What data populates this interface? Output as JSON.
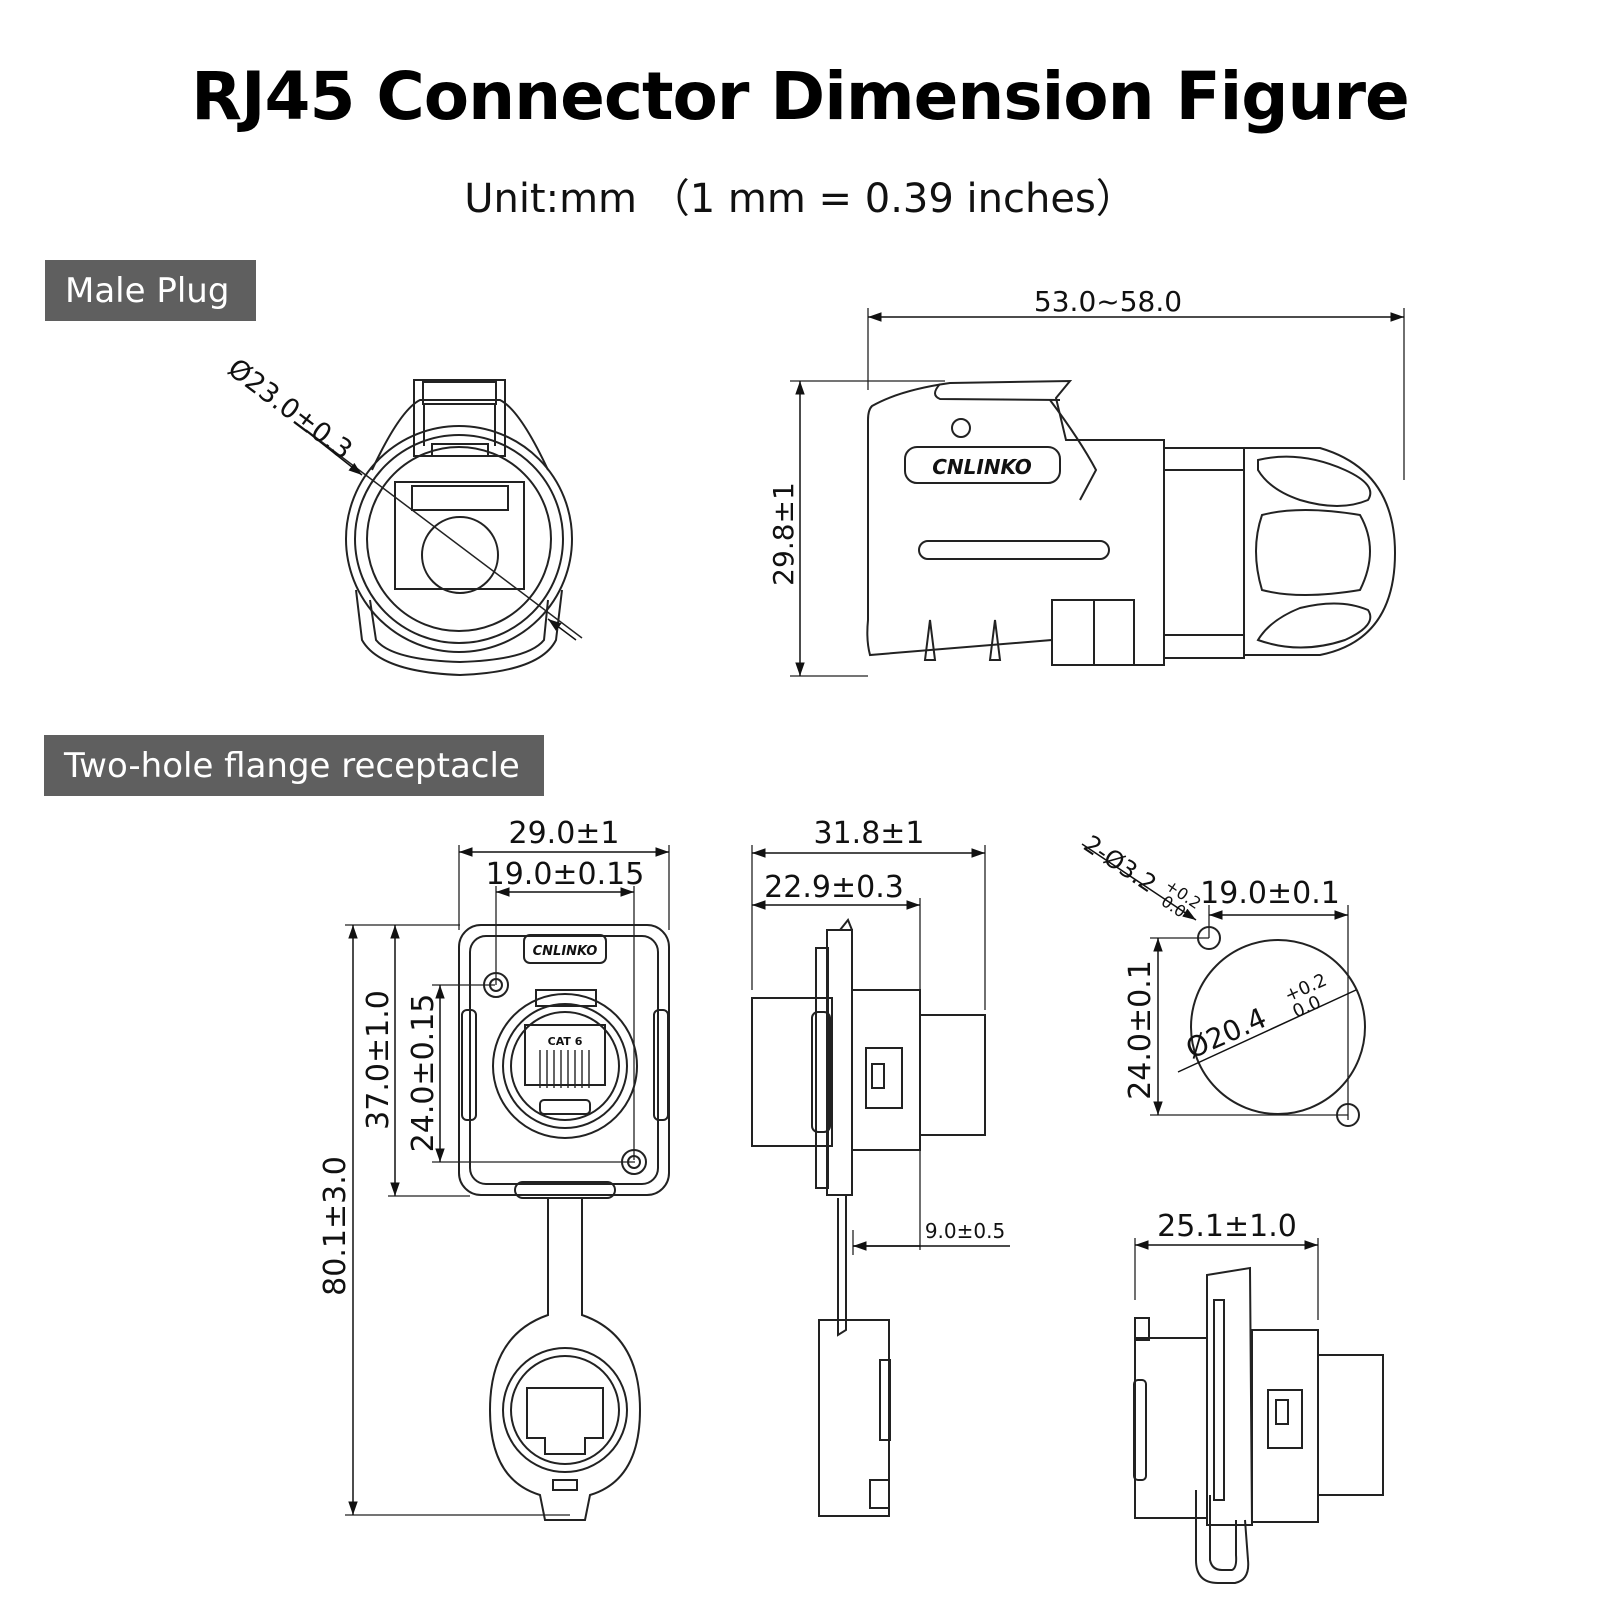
{
  "title": "RJ45 Connector Dimension Figure",
  "subtitle": "Unit:mm （1 mm = 0.39 inches）",
  "sections": {
    "male_plug": "Male Plug",
    "receptacle": "Two-hole flange receptacle"
  },
  "brand": "CNLINKO",
  "cat_label": "CAT 6",
  "dimensions": {
    "plug_diameter": "Ø23.0±0.3",
    "plug_length": "53.0~58.0",
    "plug_height": "29.8±1",
    "flange_width": "29.0±1",
    "hole_spacing_h": "19.0±0.15",
    "flange_height": "37.0±1.0",
    "hole_spacing_v": "24.0±0.15",
    "overall_length": "80.1±3.0",
    "side_depth": "31.8±1",
    "side_front": "22.9±0.3",
    "side_offset": "9.0±0.5",
    "cutout_holes": "2-Ø3.2",
    "cutout_holes_tol_upper": "+0.2",
    "cutout_holes_tol_lower": "0.0",
    "cutout_width": "19.0±0.1",
    "cutout_height": "24.0±0.1",
    "cutout_diameter": "Ø20.4",
    "cutout_diameter_tol_upper": "+0.2",
    "cutout_diameter_tol_lower": "0.0",
    "bottom_width": "25.1±1.0"
  }
}
